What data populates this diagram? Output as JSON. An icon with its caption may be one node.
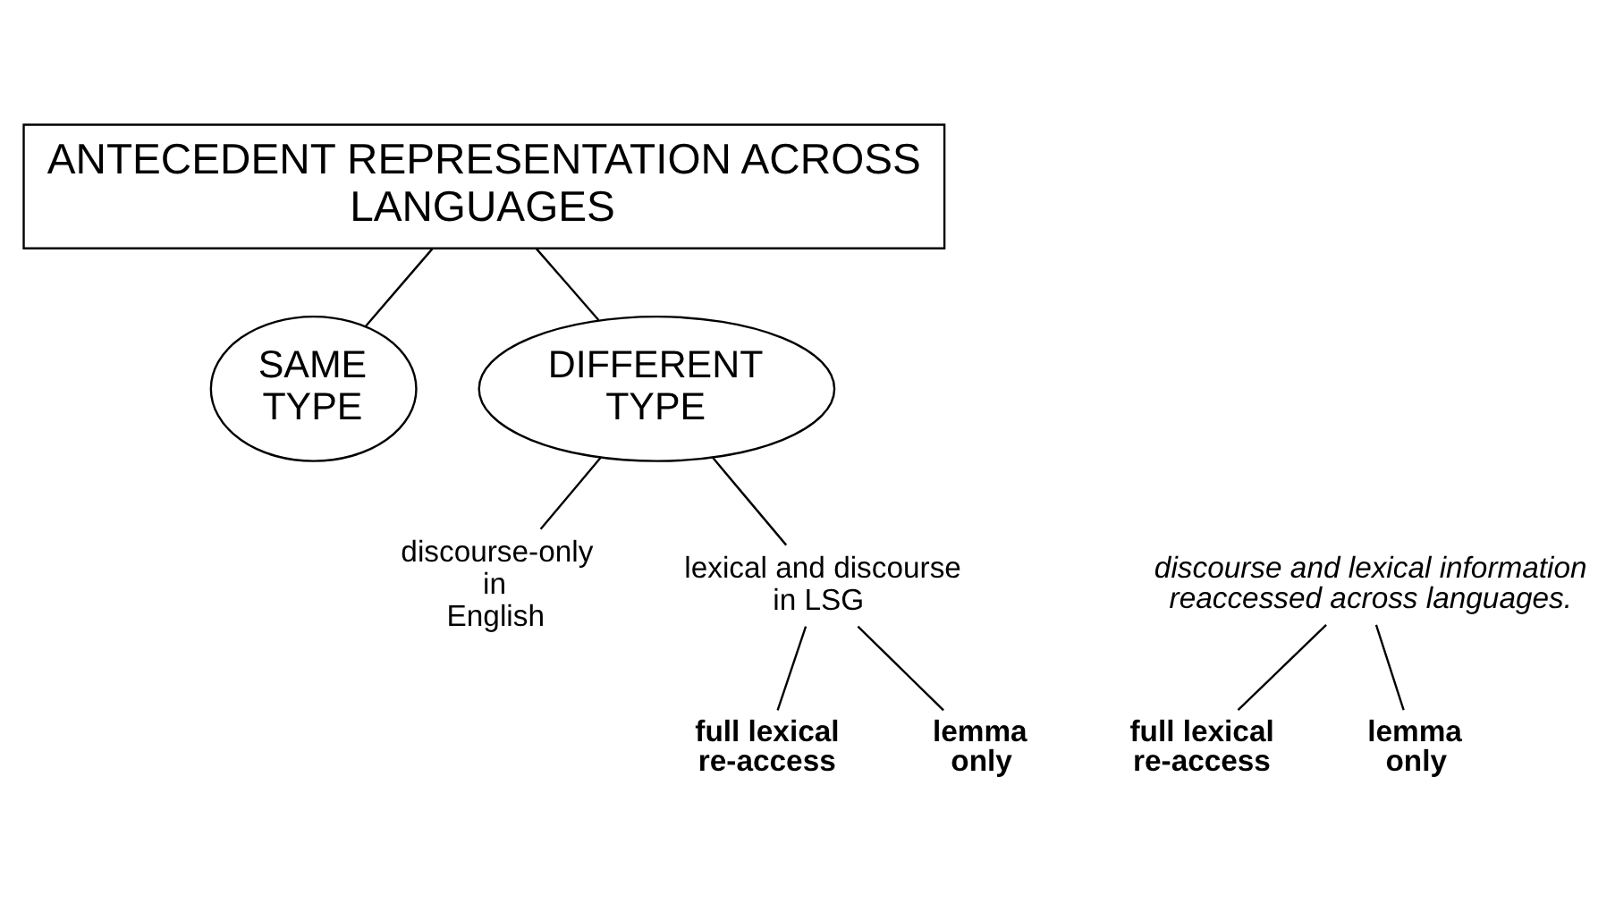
{
  "diagram": {
    "nodes": [
      {
        "text": [
          "ANTECEDENT REPRESENTATION ACROSS LANGUAGES"
        ]
      },
      {
        "text": [
          "SAME TYPE"
        ]
      },
      {
        "text": [
          "DIFFERENT TYPE"
        ]
      },
      {
        "text": [
          "discourse and lexical information reaccessed across languages."
        ]
      },
      {
        "text": [
          "full lexical re-access"
        ]
      },
      {
        "text": [
          "lemma only"
        ]
      },
      {
        "text": [
          "discourse-only in English"
        ]
      },
      {
        "text": [
          "lexical and discourse in LSG"
        ]
      },
      {
        "text": [
          "full lexical re-access"
        ]
      },
      {
        "text": [
          "lemma only"
        ]
      }
    ],
    "edges": [
      {
        "from": 0,
        "to": 1,
        "arrow": "none"
      },
      {
        "from": 0,
        "to": 2,
        "arrow": "none"
      },
      {
        "from": 3,
        "to": 4,
        "arrow": "none"
      },
      {
        "from": 3,
        "to": 5,
        "arrow": "none"
      },
      {
        "from": 2,
        "to": 6,
        "arrow": "none"
      },
      {
        "from": 2,
        "to": 7,
        "arrow": "none"
      },
      {
        "from": 7,
        "to": 8,
        "arrow": "none"
      },
      {
        "from": 7,
        "to": 9,
        "arrow": "none"
      }
    ]
  }
}
